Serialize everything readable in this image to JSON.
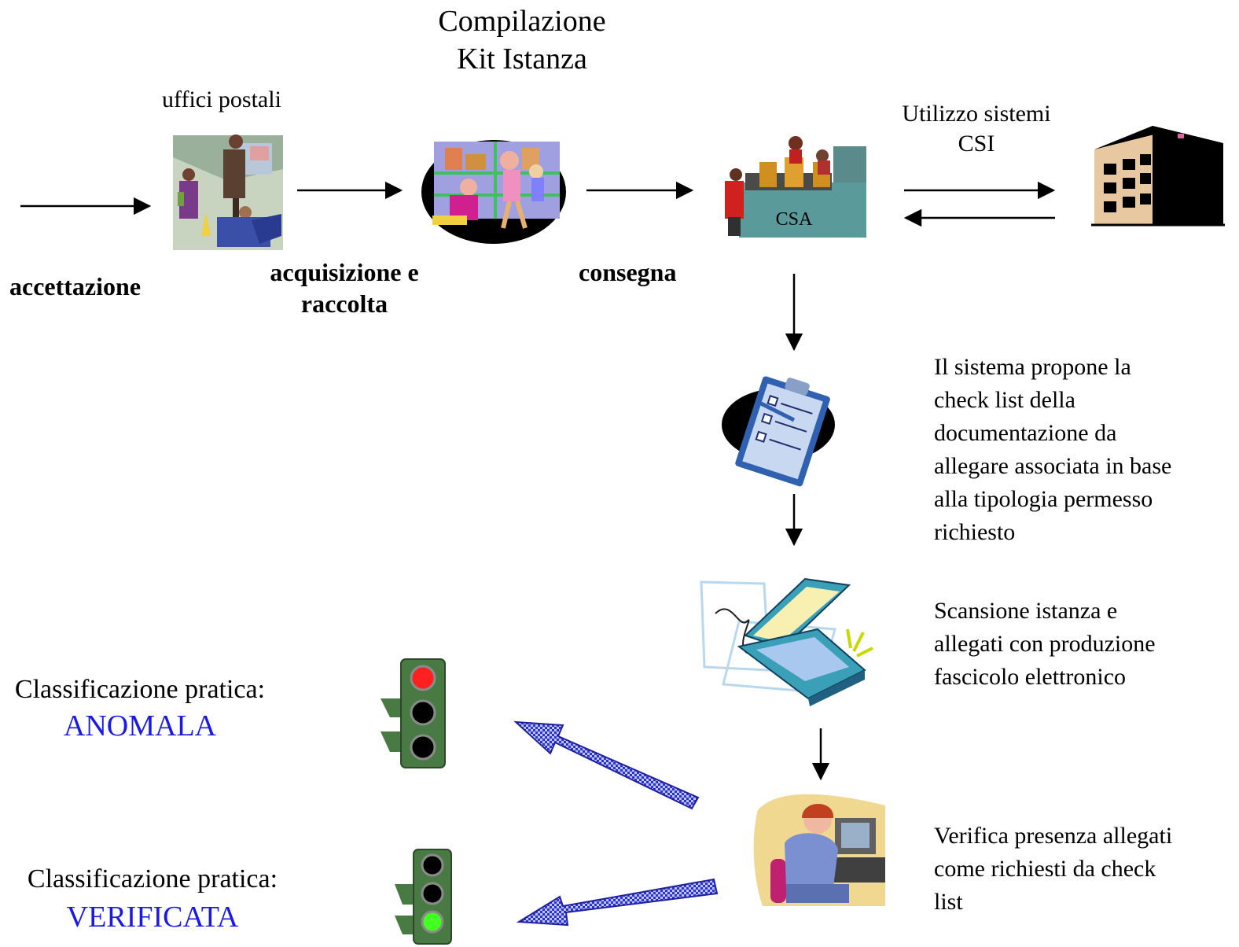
{
  "title": {
    "line1": "Compilazione",
    "line2": "Kit Istanza"
  },
  "labels": {
    "uffici_postali": "uffici postali",
    "accettazione": "accettazione",
    "acquisizione_line1": "acquisizione e",
    "acquisizione_line2": "raccolta",
    "consegna": "consegna",
    "csi_line1": "Utilizzo sistemi",
    "csi_line2": "CSI",
    "csa": "CSA"
  },
  "steps": {
    "checklist": [
      "Il sistema propone la",
      "check list della",
      "documentazione da",
      "allegare associata in base",
      "alla tipologia permesso",
      "richiesto"
    ],
    "scansione": [
      "Scansione istanza e",
      "allegati con produzione",
      "fascicolo elettronico"
    ],
    "verifica": [
      "Verifica presenza allegati",
      "come richiesti da check",
      "list"
    ]
  },
  "classifications": {
    "anomala": {
      "prefix": "Classificazione pratica:",
      "status": "ANOMALA"
    },
    "verificata": {
      "prefix": "Classificazione pratica:",
      "status": "VERIFICATA"
    }
  },
  "colors": {
    "status_blue": "#1a1ae6",
    "traffic_red": "#ff2020",
    "traffic_green": "#44ff22",
    "traffic_body": "#4a7a44"
  },
  "icons": [
    "post-office-icon",
    "people-collecting-icon",
    "csa-office-icon",
    "building-icon",
    "clipboard-checklist-icon",
    "scanner-icon",
    "operator-computer-icon",
    "traffic-light-red-icon",
    "traffic-light-green-icon"
  ]
}
